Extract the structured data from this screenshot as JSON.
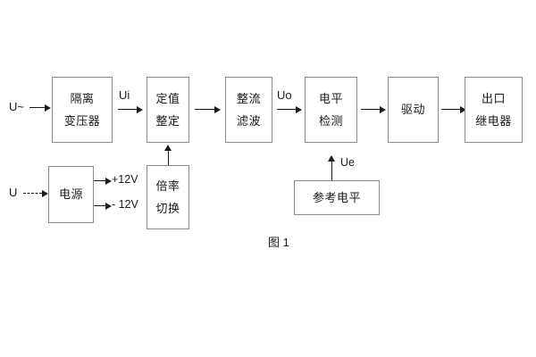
{
  "figure": {
    "caption": "图 1",
    "colors": {
      "block_border": "#8a8a8a",
      "line": "#1b1b1b",
      "text": "#1b1b1b",
      "background": "#ffffff"
    }
  },
  "inputs": {
    "ac_source": "U~",
    "dc_source": "U"
  },
  "signals": {
    "ui": "Ui",
    "uo": "Uo",
    "ue": "Ue"
  },
  "rails": {
    "positive": "+12V",
    "negative": "- 12V"
  },
  "blocks": {
    "isolation_transformer": {
      "line1": "隔离",
      "line2": "变压器"
    },
    "setting_value": {
      "line1": "定值",
      "line2": "整定"
    },
    "rectify_filter": {
      "line1": "整流",
      "line2": "滤波"
    },
    "level_detect": {
      "line1": "电平",
      "line2": "检测"
    },
    "drive": {
      "line1": "驱动"
    },
    "output_relay": {
      "line1": "出口",
      "line2": "继电器"
    },
    "power_supply": {
      "line1": "电源"
    },
    "multiplier_switch": {
      "line1": "倍率",
      "line2": "切换"
    },
    "reference_level": {
      "line1": "参考电平"
    }
  }
}
